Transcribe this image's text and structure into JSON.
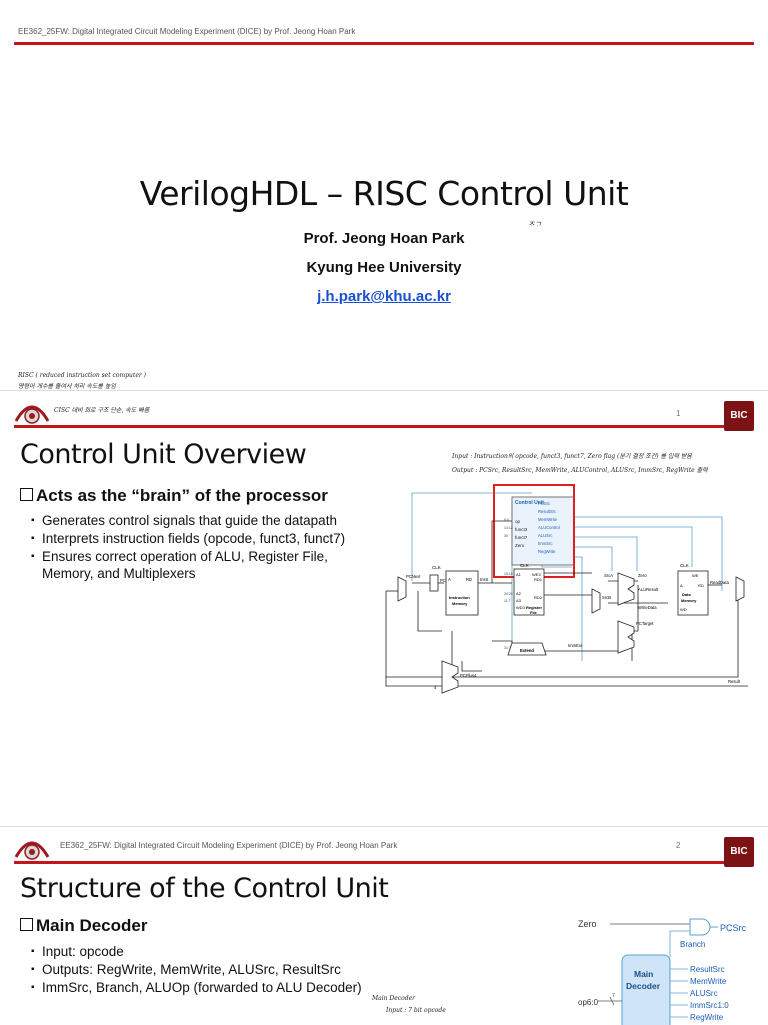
{
  "slide1": {
    "header": "EE362_25FW: Digital Integrated Circuit Modeling Experiment (DICE) by Prof. Jeong Hoan Park",
    "title": "VerilogHDL – RISC Control Unit",
    "author": "Prof. Jeong Hoan Park",
    "university": "Kyung Hee University",
    "email": "j.h.park@khu.ac.kr",
    "handwritten_notes": [
      "RISC ( reduced instruction set computer )",
      "명령어 개수를 줄여서 처리 속도를 높임",
      "CISC 대비 회로 구조 단순, 속도 빠름"
    ]
  },
  "slide2": {
    "number": "1",
    "title": "Control Unit Overview",
    "heading": "Acts as the “brain” of the processor",
    "bullets": [
      "Generates control signals that guide the datapath",
      "Interprets instruction fields (opcode, funct3, funct7)",
      "Ensures correct operation of ALU, Register File, Memory, and Multiplexers"
    ],
    "handwritten_notes": [
      "Input : Instruction의 opcode, funct3, funct7, Zero flag (분기 결정 조건) 를 입력 받음",
      "Output : PCSrc, ResultSrc, MemWrite, ALUControl, ALUSrc, ImmSrc, RegWrite 출력"
    ],
    "diagram": {
      "control_unit": {
        "title": "Control Unit",
        "inputs": [
          "op",
          "funct3",
          "funct7",
          "Zero"
        ],
        "outputs": [
          "PCSrc",
          "ResultSrc",
          "MemWrite",
          "ALUControl",
          "ALUSrc",
          "ImmSrc",
          "RegWrite"
        ]
      },
      "labels": {
        "clk": "CLK",
        "pcnext": "PCNext",
        "pc": "PC",
        "instr": "Instr",
        "imem": [
          "A",
          "RD",
          "Instruction",
          "Memory"
        ],
        "regfile": [
          "A1",
          "A2",
          "A3",
          "WD3",
          "WE3",
          "RD1",
          "RD2",
          "Register",
          "File"
        ],
        "srca": "SrcA",
        "srcb": "SrcB",
        "zero": "Zero",
        "aluresult": "ALUResult",
        "writedata": "WriteData",
        "dmem": [
          "WE",
          "A",
          "RD",
          "Data",
          "Memory",
          "WD"
        ],
        "readdata": "ReadData",
        "pctarget": "PCTarget",
        "pcplus4": "PCPlus4",
        "extend": "Extend",
        "immext": "ImmExt",
        "result": "Result",
        "four": "4",
        "bits": [
          "6:0",
          "14:12",
          "30",
          "19:15",
          "24:20",
          "11:7",
          "31:7"
        ]
      }
    }
  },
  "slide3": {
    "header": "EE362_25FW: Digital Integrated Circuit Modeling Experiment (DICE) by Prof. Jeong Hoan Park",
    "number": "2",
    "title": "Structure of the Control Unit",
    "heading": "Main Decoder",
    "bullets": [
      "Input: opcode",
      "Outputs: RegWrite, MemWrite, ALUSrc, ResultSrc",
      "ImmSrc, Branch, ALUOp (forwarded to ALU Decoder)"
    ],
    "handwritten_notes": [
      "Main Decoder",
      "Input : 7 bit opcode"
    ],
    "diagram": {
      "zero": "Zero",
      "pcsrc": "PCSrc",
      "branch": "Branch",
      "op": "op6:0",
      "decoder": [
        "Main",
        "Decoder"
      ],
      "outputs": [
        "ResultSrc",
        "MemWrite",
        "ALUSrc",
        "ImmSrc1:0",
        "RegWrite"
      ],
      "seven": "7"
    }
  },
  "logos": {
    "bic": "BIC"
  },
  "colors": {
    "accent_red": "#c3161c",
    "wire_blue": "#5aa0d0",
    "highlight": "#e0201e"
  }
}
